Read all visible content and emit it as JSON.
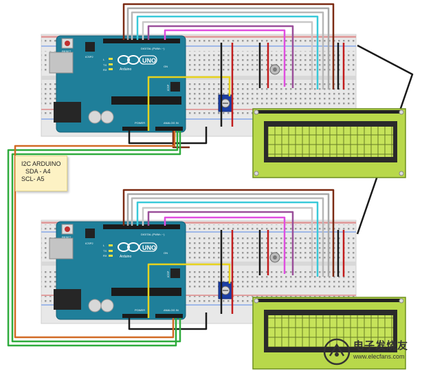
{
  "note": {
    "line1": "I2C ARDUINO",
    "line2": "SDA - A4",
    "line3": "SCL- A5"
  },
  "boards": [
    {
      "reset": "RESET",
      "icsp2": "ICSP2",
      "icsp": "ICSP",
      "brand": "Arduino",
      "model": "UNO",
      "digital": "DIGITAL (PWM= ~)",
      "power": "POWER",
      "analog": "ANALOG IN",
      "tx": "TX",
      "rx": "RX",
      "l": "L",
      "on": "ON"
    },
    {
      "reset": "RESET",
      "icsp2": "ICSP2",
      "icsp": "ICSP",
      "brand": "Arduino",
      "model": "UNO",
      "digital": "DIGITAL (PWM= ~)",
      "power": "POWER",
      "analog": "ANALOG IN",
      "tx": "TX",
      "rx": "RX",
      "l": "L",
      "on": "ON"
    }
  ],
  "watermark": {
    "text": "电子发烧友",
    "sub": "www.elecfans.com"
  },
  "colors": {
    "arduino_teal": "#1f7f9a",
    "lcd_green": "#b8d84a",
    "breadboard": "#e6e6e6",
    "wire_brown": "#7b2a12",
    "wire_green": "#2eab3c",
    "wire_orange": "#d26a24",
    "wire_yellow": "#e8d31c",
    "wire_magenta": "#d040d0",
    "wire_cyan": "#39c9d9",
    "wire_black": "#1a1a1a",
    "wire_red": "#c21c1c"
  }
}
